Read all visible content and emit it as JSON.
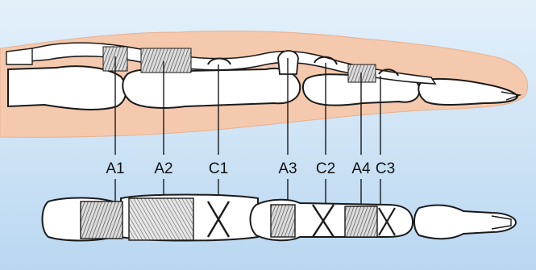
{
  "labels": {
    "a1": "A1",
    "a2": "A2",
    "c1": "C1",
    "a3": "A3",
    "c2": "C2",
    "a4": "A4",
    "c3": "C3"
  },
  "colors": {
    "background_top": "#d6e9f7",
    "background_bottom": "#bcd9f2",
    "skin": "#f5c9ad",
    "bone": "#ffffff",
    "outline": "#1a1a1a",
    "pulley_hatch": "#555555"
  }
}
